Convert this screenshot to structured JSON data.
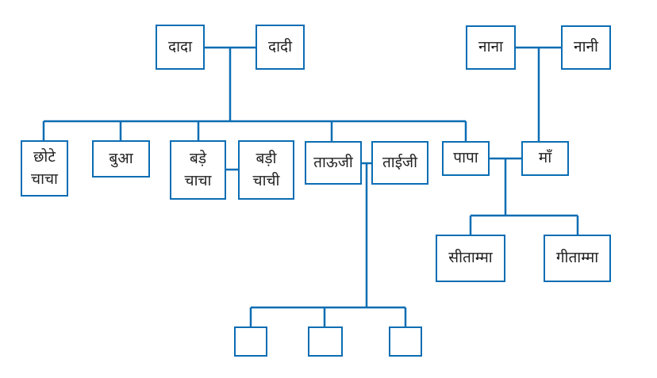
{
  "colors": {
    "line": "#0a6db3",
    "text": "#222222"
  },
  "paternal": {
    "grandfather": "दादा",
    "grandmother": "दादी"
  },
  "maternal": {
    "grandfather": "नाना",
    "grandmother": "नानी"
  },
  "children": {
    "chhote_chacha": "छोटे चाचा",
    "bua": "बुआ",
    "bade_chacha": "बड़े चाचा",
    "badi_chachi": "बड़ी चाची",
    "tauji": "ताऊजी",
    "taiji": "ताईजी",
    "papa": "पापा",
    "maa": "माँ"
  },
  "grandchildren": {
    "sita": "सीताम्मा",
    "gita": "गीताम्मा"
  },
  "empty_boxes": 3
}
